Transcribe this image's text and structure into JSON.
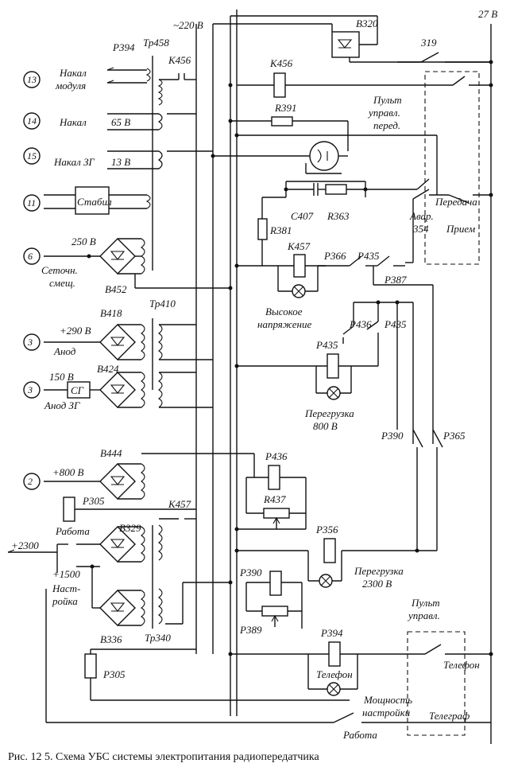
{
  "caption": "Рис. 12 5. Схема УБС системы электропитания радиопередатчика",
  "supply": {
    "ac": "~220 В",
    "dc": "27 В"
  },
  "terminals": [
    {
      "id": "t13",
      "num": "13",
      "label1": "Накал",
      "label2": "модуля"
    },
    {
      "id": "t14",
      "num": "14",
      "label1": "Накал",
      "label2": ""
    },
    {
      "id": "t15",
      "num": "15",
      "label1": "Накал ЗГ",
      "label2": ""
    },
    {
      "id": "t11",
      "num": "11",
      "label1": "",
      "label2": ""
    },
    {
      "id": "t6",
      "num": "6",
      "label1": "Сеточн.",
      "label2": "смещ."
    },
    {
      "id": "t3a",
      "num": "3",
      "label1": "Анод",
      "label2": ""
    },
    {
      "id": "t3b",
      "num": "3",
      "label1": "Анод ЗГ",
      "label2": ""
    },
    {
      "id": "t2",
      "num": "2",
      "label1": "",
      "label2": ""
    }
  ],
  "values": {
    "v65": "65 В",
    "v13": "13 В",
    "v250": "250 В",
    "v290": "+290 В",
    "v150": "150 В",
    "v800": "+800 В",
    "v2300": "+2300",
    "v1500": "+1500"
  },
  "components": {
    "P394": "Р394",
    "Tp458": "Тр458",
    "K456": "К456",
    "B320": "В320",
    "n319": "319",
    "K456b": "К456",
    "R391": "R391",
    "R381": "R381",
    "C407": "С407",
    "R363": "R363",
    "K457": "К457",
    "P366": "Р366",
    "P435": "Р435",
    "P387": "Р387",
    "B452": "В452",
    "B418": "В418",
    "Tp410": "Тр410",
    "B424": "В424",
    "P436": "Р436",
    "P435b": "Р435",
    "P435c": "Р435",
    "P390": "Р390",
    "P365": "Р365",
    "B444": "В444",
    "P436b": "Р436",
    "R437": "R437",
    "P305": "Р305",
    "K457b": "К457",
    "B329": "В329",
    "P356": "Р356",
    "P390b": "Р390",
    "P389": "Р389",
    "B336": "В336",
    "Tp340": "Тр340",
    "P394b": "Р394",
    "P305b": "Р305",
    "stab": "Стабил",
    "SG": "СГ",
    "avar": "Авар.",
    "n354": "354"
  },
  "labels": {
    "pult1a": "Пульт",
    "pult1b": "управл.",
    "pult1c": "перед.",
    "peredacha": "Передача",
    "priem": "Прием",
    "hv1": "Высокое",
    "hv2": "напряжение",
    "ov800a": "Перегрузка",
    "ov800b": "800 В",
    "ov2300a": "Перегрузка",
    "ov2300b": "2300 В",
    "rabota": "Работа",
    "nastr1": "Наст-",
    "nastr2": "ройка",
    "pult2a": "Пульт",
    "pult2b": "управл.",
    "telefon": "Телефон",
    "telefon2": "Телефон",
    "mosh1": "Мощность",
    "mosh2": "настройки",
    "telegraf": "Телеграф",
    "rabota2": "Работа"
  }
}
